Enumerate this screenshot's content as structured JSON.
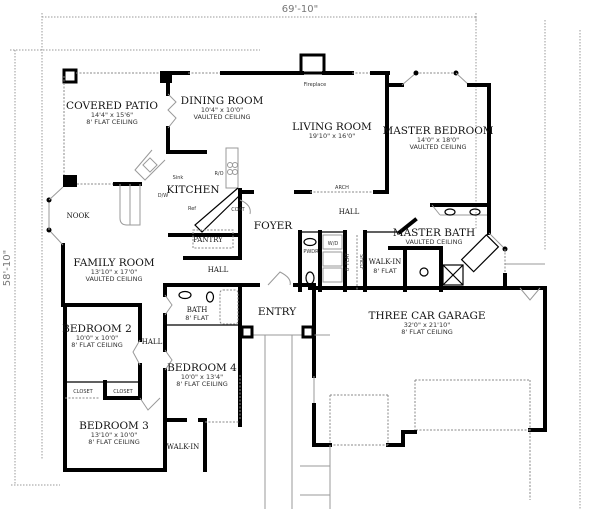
{
  "dimensions": {
    "width": "69'-10\"",
    "depth": "58'-10\""
  },
  "rooms": {
    "covered_patio": {
      "name": "COVERED PATIO",
      "size": "14'4\" x 15'6\"",
      "ceiling": "8' FLAT CEILING"
    },
    "dining_room": {
      "name": "DINING ROOM",
      "size": "10'4\" x 10'0\"",
      "ceiling": "VAULTED CEILING"
    },
    "living_room": {
      "name": "LIVING ROOM",
      "size": "19'10\" x 16'0\""
    },
    "master_bedroom": {
      "name": "MASTER BEDROOM",
      "size": "14'0\" x 18'0\"",
      "ceiling": "VAULTED CEILING"
    },
    "kitchen": {
      "name": "KITCHEN"
    },
    "pantry": {
      "name": "PANTRY"
    },
    "foyer": {
      "name": "FOYER"
    },
    "hall_upper": {
      "name": "HALL"
    },
    "hall_center": {
      "name": "HALL"
    },
    "hall_left": {
      "name": "HALL"
    },
    "nook": {
      "name": "NOOK"
    },
    "family_room": {
      "name": "FAMILY ROOM",
      "size": "13'10\" x 17'0\"",
      "ceiling": "VAULTED CEILING"
    },
    "master_bath": {
      "name": "MASTER BATH",
      "ceiling": "VAULTED CEILING"
    },
    "walk_in_master": {
      "name": "WALK-IN",
      "ceiling": "8' FLAT"
    },
    "bedroom_2": {
      "name": "BEDROOM 2",
      "size": "10'0\" x 10'0\"",
      "ceiling": "8' FLAT CEILING"
    },
    "bath": {
      "name": "BATH",
      "ceiling": "8' FLAT"
    },
    "entry": {
      "name": "ENTRY"
    },
    "bedroom_4": {
      "name": "BEDROOM 4",
      "size": "10'0\" x 13'4\"",
      "ceiling": "8' FLAT CEILING"
    },
    "bedroom_3": {
      "name": "BEDROOM 3",
      "size": "13'10\" x 10'0\"",
      "ceiling": "8' FLAT CEILING"
    },
    "walk_in_bed": {
      "name": "WALK-IN"
    },
    "three_car_garage": {
      "name": "THREE CAR GARAGE",
      "size": "32'0\" x 21'10\"",
      "ceiling": "8' FLAT CEILING"
    }
  },
  "fixtures": {
    "fireplace": "Fireplace",
    "arch": "ARCH",
    "sink": "Sink",
    "dishwasher": "D/W",
    "range_oven": "R/O",
    "refrigerator": "Ref",
    "coat": "COAT",
    "pwdr": "PWDR",
    "washer_dryer": "W/D",
    "closet_left": "CLOSET",
    "closet_right": "CLOSET",
    "laundry_flat": "8' FLAT",
    "shelf": "SHELF"
  }
}
